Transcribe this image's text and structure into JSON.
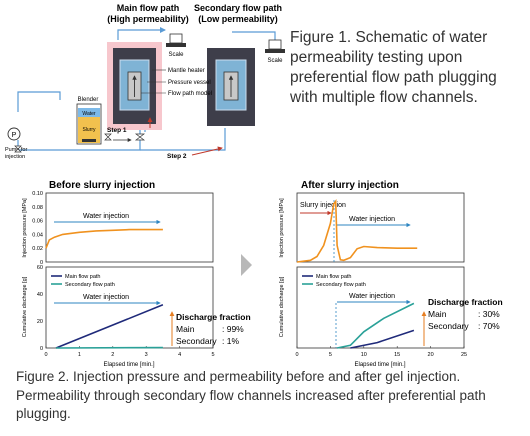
{
  "figure1": {
    "caption": "Figure 1. Schematic of water permeability testing upon preferential flow path plugging with multiple flow channels.",
    "main_path_label_1": "Main flow path",
    "main_path_label_2": "(High permeability)",
    "secondary_path_label_1": "Secondary flow path",
    "secondary_path_label_2": "(Low permeability)",
    "scale_label_1": "Scale",
    "scale_label_2": "Scale",
    "mantle_heater": "Mantle heater",
    "pressure_vessel": "Pressure vessel",
    "flow_path_model": "Flow path model",
    "blender": "Blender",
    "water": "Water",
    "slurry": "Slurry",
    "pump_symbol": "P",
    "pump_label_1": "Pump for",
    "pump_label_2": "injection",
    "step1": "Step 1",
    "step2": "Step 2",
    "colors": {
      "main_box": "#f7c7cd",
      "vessel_bg": "#3e3e4a",
      "pipe": "#5b9bd5",
      "step2_arrow": "#c0392b",
      "water": "#7cb9e8",
      "slurry": "#f2c14e"
    }
  },
  "figure2": {
    "caption": "Figure 2. Injection pressure and permeability before and after gel injection. Permeability through secondary flow channels increased after preferential path plugging.",
    "before_title": "Before slurry injection",
    "after_title": "After slurry injection"
  },
  "chart_data": [
    {
      "type": "line",
      "panel": "before-pressure",
      "ylabel": "Injection pressure [MPa]",
      "ylim": [
        0,
        0.1
      ],
      "yticks": [
        "0",
        "0.02",
        "0.04",
        "0.06",
        "0.08",
        "0.10"
      ],
      "xlim": [
        0,
        5
      ],
      "annotation": "Water injection",
      "color": "#f0921f",
      "series": [
        {
          "x": [
            0,
            0.1,
            0.25,
            0.5,
            1,
            1.5,
            2,
            2.5,
            3,
            3.5
          ],
          "y": [
            0.02,
            0.032,
            0.036,
            0.04,
            0.043,
            0.045,
            0.046,
            0.047,
            0.047,
            0.047
          ]
        }
      ]
    },
    {
      "type": "line",
      "panel": "before-discharge",
      "ylabel": "Cumulative discharge [g]",
      "xlabel": "Elapsed time [min.]",
      "ylim": [
        0,
        60
      ],
      "yticks": [
        "0",
        "20",
        "40",
        "60"
      ],
      "xlim": [
        0,
        5
      ],
      "xticks": [
        "0",
        "1",
        "2",
        "3",
        "4",
        "5"
      ],
      "annotation": "Water injection",
      "legend": [
        "Main flow path",
        "Secondary flow path"
      ],
      "series": [
        {
          "name": "Main flow path",
          "color": "#1f2a7a",
          "x": [
            0.3,
            3.5
          ],
          "y": [
            0,
            32
          ]
        },
        {
          "name": "Secondary flow path",
          "color": "#2aa198",
          "x": [
            0.3,
            3.5
          ],
          "y": [
            0,
            0.3
          ]
        }
      ],
      "discharge_fraction": {
        "title": "Discharge fraction",
        "main_label": "Main",
        "main_value": ": 99%",
        "secondary_label": "Secondary",
        "secondary_value": ": 1%"
      }
    },
    {
      "type": "line",
      "panel": "after-pressure",
      "ylabel": "Injection pressure [MPa]",
      "xlim": [
        0,
        25
      ],
      "annotation_1": "Slurry injection",
      "annotation_2": "Water injection",
      "color": "#f0921f",
      "series": [
        {
          "x": [
            0,
            2,
            3,
            4,
            5,
            5.5,
            5.8,
            6,
            6.5,
            7,
            8,
            9,
            10,
            12,
            15,
            18
          ],
          "y": [
            0,
            0.3,
            1,
            3,
            7,
            10.5,
            11,
            3,
            0.4,
            0.3,
            0.8,
            2.4,
            2.8,
            2.6,
            2.5,
            2.5
          ]
        }
      ]
    },
    {
      "type": "line",
      "panel": "after-discharge",
      "ylabel": "Cumulative discharge [g]",
      "xlabel": "Elapsed time [min.]",
      "ylim": [
        0,
        60
      ],
      "xlim": [
        0,
        25
      ],
      "xticks": [
        "0",
        "5",
        "10",
        "15",
        "20",
        "25"
      ],
      "annotation": "Water injection",
      "legend": [
        "Main flow path",
        "Secondary flow path"
      ],
      "series": [
        {
          "name": "Main flow path",
          "color": "#1f2a7a",
          "x": [
            8,
            12,
            17.5
          ],
          "y": [
            0,
            4,
            13
          ]
        },
        {
          "name": "Secondary flow path",
          "color": "#2aa198",
          "x": [
            6,
            8,
            10,
            13,
            17.5
          ],
          "y": [
            0,
            2,
            12,
            22,
            33
          ]
        }
      ],
      "discharge_fraction": {
        "title": "Discharge fraction",
        "main_label": "Main",
        "main_value": ": 30%",
        "secondary_label": "Secondary",
        "secondary_value": ": 70%"
      }
    }
  ]
}
